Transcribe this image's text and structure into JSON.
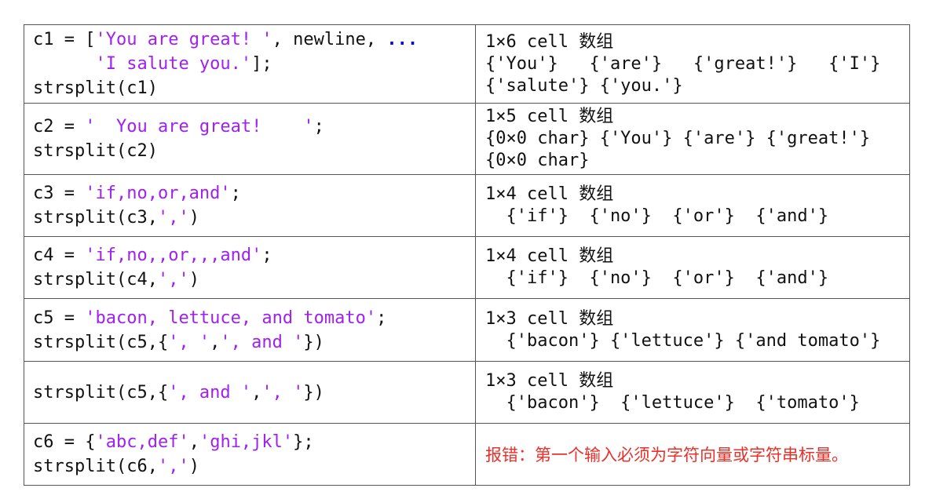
{
  "rows": [
    {
      "code": [
        [
          {
            "t": "c1 = ["
          },
          {
            "t": "'You are great! '",
            "k": "str"
          },
          {
            "t": ", newline, "
          },
          {
            "t": "...",
            "k": "cont"
          }
        ],
        [
          {
            "t": "      "
          },
          {
            "t": "'I salute you.'",
            "k": "str"
          },
          {
            "t": "];"
          }
        ],
        [
          {
            "t": "strsplit(c1)"
          }
        ]
      ],
      "output": [
        "1×6 cell 数组",
        "{'You'}   {'are'}   {'great!'}   {'I'}",
        "{'salute'} {'you.'}"
      ]
    },
    {
      "code": [
        [
          {
            "t": "c2 = "
          },
          {
            "t": "'  You are great!    '",
            "k": "str"
          },
          {
            "t": ";"
          }
        ],
        [
          {
            "t": "strsplit(c2)"
          }
        ]
      ],
      "output": [
        "1×5 cell 数组",
        "{0×0 char} {'You'} {'are'} {'great!'}",
        "{0×0 char}"
      ]
    },
    {
      "code": [
        [
          {
            "t": "c3 = "
          },
          {
            "t": "'if,no,or,and'",
            "k": "str"
          },
          {
            "t": ";"
          }
        ],
        [
          {
            "t": "strsplit(c3,"
          },
          {
            "t": "','",
            "k": "str"
          },
          {
            "t": ")"
          }
        ]
      ],
      "output": [
        "1×4 cell 数组",
        "  {'if'}  {'no'}  {'or'}  {'and'}"
      ]
    },
    {
      "code": [
        [
          {
            "t": "c4 = "
          },
          {
            "t": "'if,no,,or,,,and'",
            "k": "str"
          },
          {
            "t": ";"
          }
        ],
        [
          {
            "t": "strsplit(c4,"
          },
          {
            "t": "','",
            "k": "str"
          },
          {
            "t": ")"
          }
        ]
      ],
      "output": [
        "1×4 cell 数组",
        "  {'if'}  {'no'}  {'or'}  {'and'}"
      ]
    },
    {
      "code": [
        [
          {
            "t": "c5 = "
          },
          {
            "t": "'bacon, lettuce, and tomato'",
            "k": "str"
          },
          {
            "t": ";"
          }
        ],
        [
          {
            "t": "strsplit(c5,{"
          },
          {
            "t": "', '",
            "k": "str"
          },
          {
            "t": ","
          },
          {
            "t": "', and '",
            "k": "str"
          },
          {
            "t": "})"
          }
        ]
      ],
      "output": [
        "1×3 cell 数组",
        "  {'bacon'} {'lettuce'} {'and tomato'}"
      ]
    },
    {
      "code": [
        [
          {
            "t": "strsplit(c5,{"
          },
          {
            "t": "', and '",
            "k": "str"
          },
          {
            "t": ","
          },
          {
            "t": "', '",
            "k": "str"
          },
          {
            "t": "})"
          }
        ]
      ],
      "output": [
        "1×3 cell 数组",
        "  {'bacon'}  {'lettuce'}  {'tomato'}"
      ]
    },
    {
      "code": [
        [
          {
            "t": "c6 = {"
          },
          {
            "t": "'abc,def'",
            "k": "str"
          },
          {
            "t": ","
          },
          {
            "t": "'ghi,jkl'",
            "k": "str"
          },
          {
            "t": "};"
          }
        ],
        [
          {
            "t": "strsplit(c6,"
          },
          {
            "t": "','",
            "k": "str"
          },
          {
            "t": ")"
          }
        ]
      ],
      "error": "报错：第一个输入必须为字符向量或字符串标量。"
    }
  ],
  "colors": {
    "string": "#a020f0",
    "continuation": "#0000ff",
    "error": "#e8312a",
    "border": "#555555"
  }
}
